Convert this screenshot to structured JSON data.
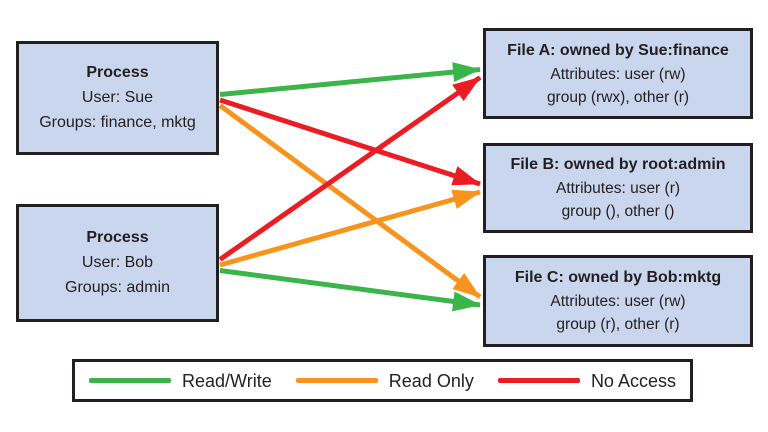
{
  "colors": {
    "read_write": "#3bb44a",
    "read_only": "#f8941d",
    "no_access": "#ec1c24",
    "box_fill": "#c9d6ee",
    "box_border": "#231f20"
  },
  "processes": [
    {
      "id": "process-sue",
      "title": "Process",
      "lines": [
        "User: Sue",
        "Groups: finance, mktg"
      ]
    },
    {
      "id": "process-bob",
      "title": "Process",
      "lines": [
        "User: Bob",
        "Groups: admin"
      ]
    }
  ],
  "files": [
    {
      "id": "file-a",
      "title": "File A: owned by Sue:finance",
      "lines": [
        "Attributes: user (rw)",
        "group (rwx), other (r)"
      ]
    },
    {
      "id": "file-b",
      "title": "File B: owned by root:admin",
      "lines": [
        "Attributes: user (r)",
        "group (), other ()"
      ]
    },
    {
      "id": "file-c",
      "title": "File C: owned by Bob:mktg",
      "lines": [
        "Attributes: user (rw)",
        "group (r), other (r)"
      ]
    }
  ],
  "arrows": [
    {
      "from": "process-sue",
      "to": "file-b",
      "access": "no_access"
    },
    {
      "from": "process-sue",
      "to": "file-c",
      "access": "read_only"
    },
    {
      "from": "process-bob",
      "to": "file-a",
      "access": "no_access"
    },
    {
      "from": "process-bob",
      "to": "file-b",
      "access": "read_only"
    },
    {
      "from": "process-sue",
      "to": "file-a",
      "access": "read_write"
    },
    {
      "from": "process-bob",
      "to": "file-c",
      "access": "read_write"
    }
  ],
  "legend": [
    {
      "label": "Read/Write",
      "access": "read_write"
    },
    {
      "label": "Read Only",
      "access": "read_only"
    },
    {
      "label": "No Access",
      "access": "no_access"
    }
  ]
}
